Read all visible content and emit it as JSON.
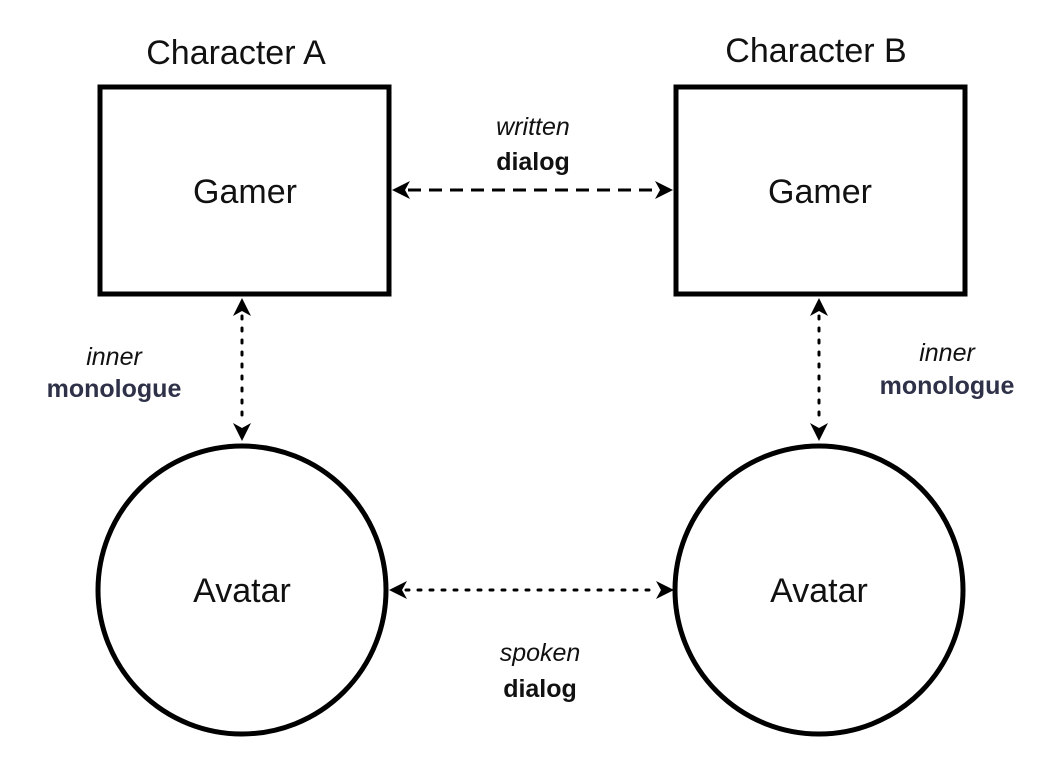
{
  "characters": [
    {
      "title": "Character A",
      "gamer_label": "Gamer",
      "avatar_label": "Avatar",
      "inner_monologue": {
        "line1": "inner",
        "line2": "monologue"
      }
    },
    {
      "title": "Character B",
      "gamer_label": "Gamer",
      "avatar_label": "Avatar",
      "inner_monologue": {
        "line1": "inner",
        "line2": "monologue"
      }
    }
  ],
  "written_dialog": {
    "line1": "written",
    "line2": "dialog"
  },
  "spoken_dialog": {
    "line1": "spoken",
    "line2": "dialog"
  },
  "colors": {
    "stroke": "#000000",
    "text": "#111111",
    "monologue_accent": "#2e3148"
  }
}
